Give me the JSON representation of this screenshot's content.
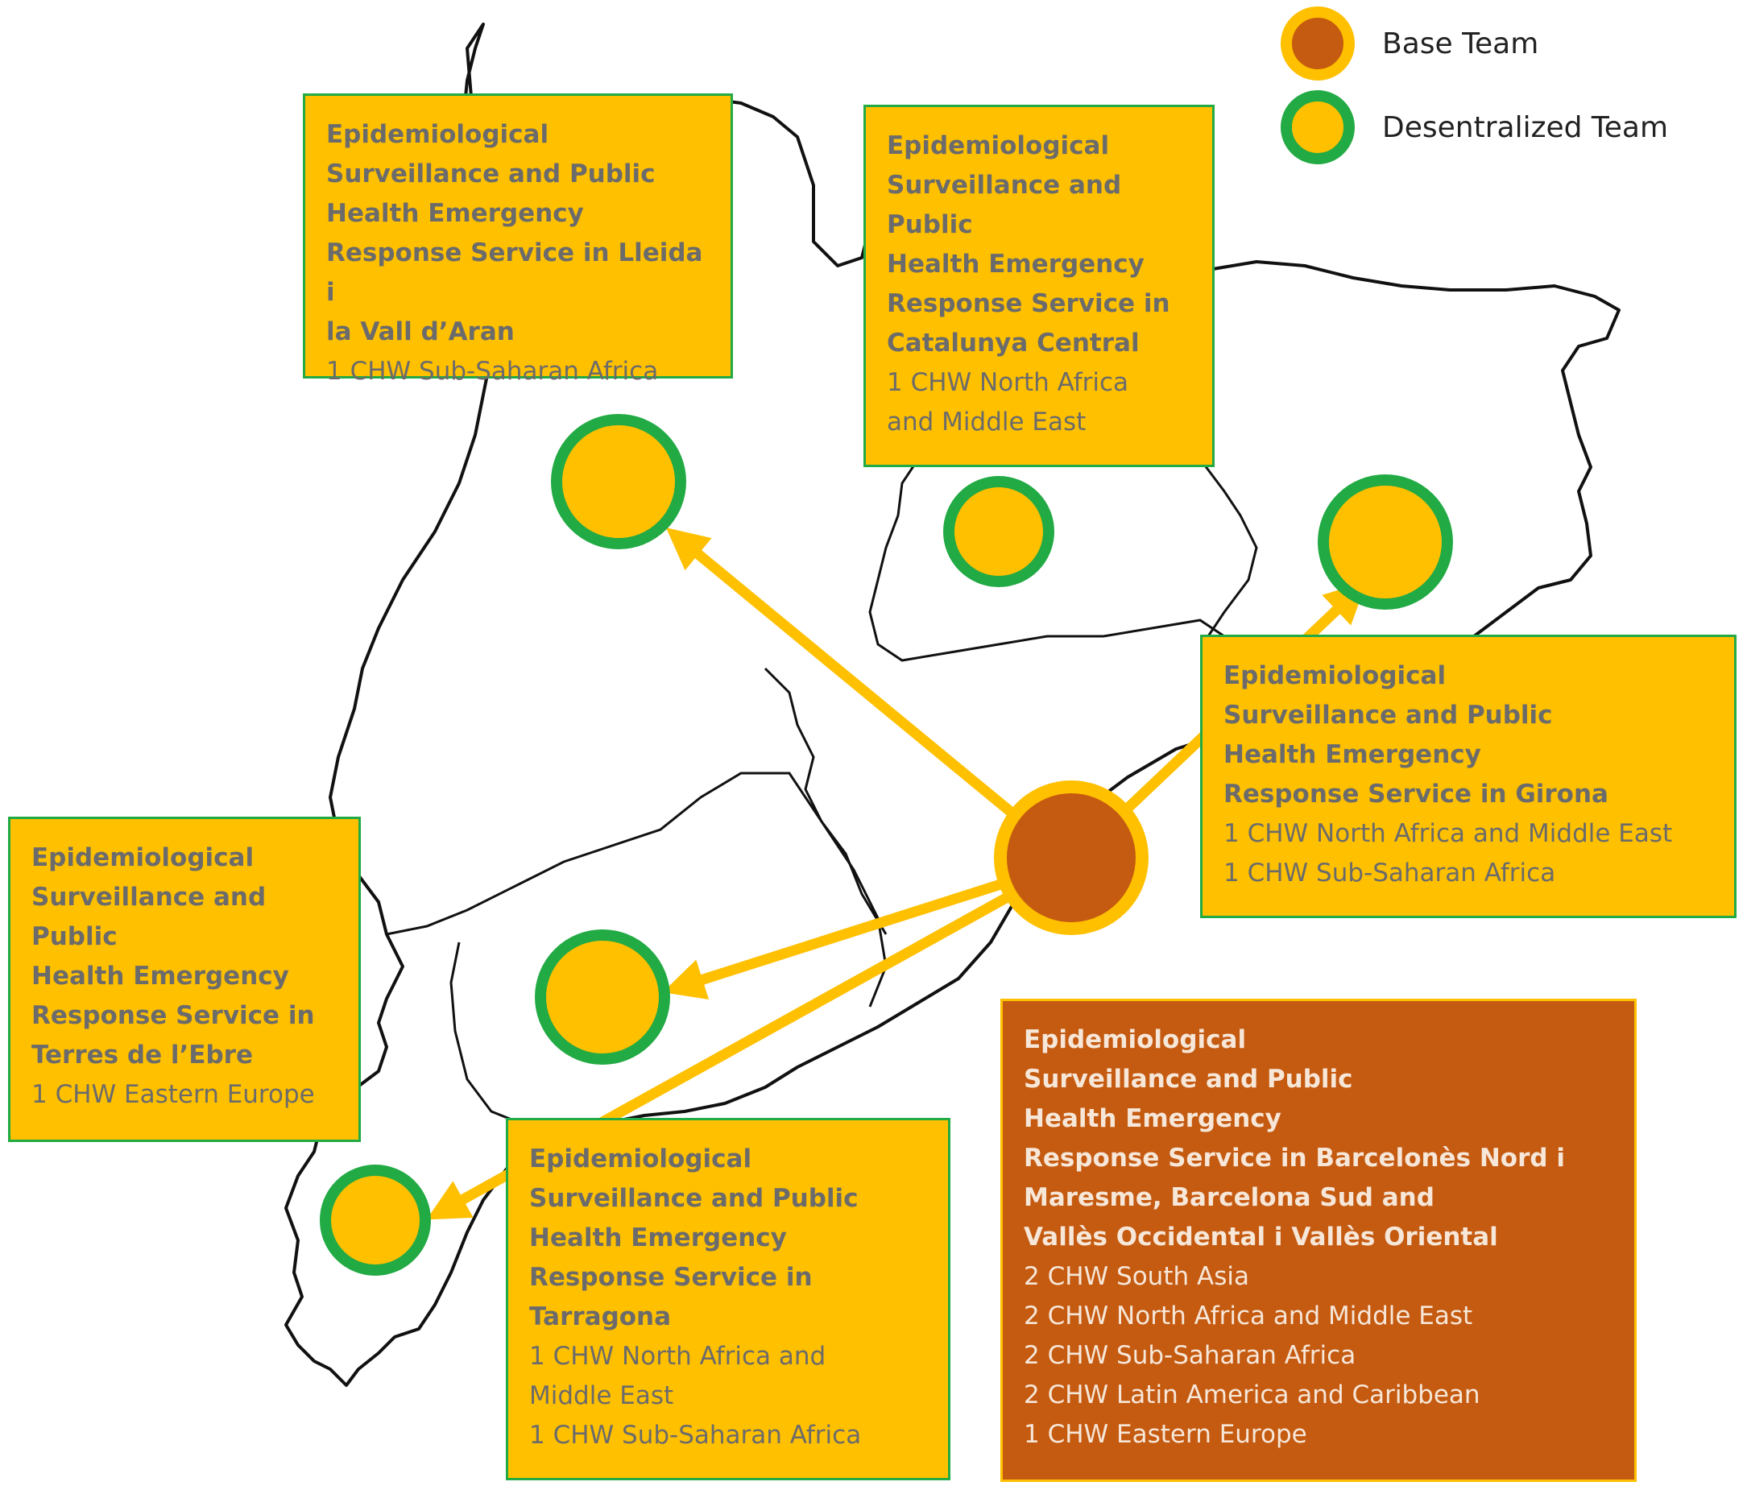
{
  "legend": {
    "base": {
      "label": "Base Team",
      "fill": "#c55a11",
      "stroke": "#ffc000"
    },
    "decentralized": {
      "label": "Desentralized Team",
      "fill": "#ffc000",
      "stroke": "#22aa44"
    }
  },
  "colors": {
    "arrow": "#ffc000",
    "map_outline": "#111111",
    "yellow_box_bg": "#ffc000",
    "yellow_box_border": "#22aa44",
    "brown_box_bg": "#c55a11",
    "brown_box_border": "#ffc000"
  },
  "boxes": {
    "lleida": {
      "title": "Epidemiological\nSurveillance and Public\nHealth Emergency\nResponse Service in Lleida i\nla Vall d’Aran",
      "lines": [
        "1 CHW Sub-Saharan Africa"
      ]
    },
    "catalunya_central": {
      "title": "Epidemiological\nSurveillance and\nPublic\nHealth Emergency\nResponse Service in\nCatalunya Central",
      "lines": [
        "1 CHW North Africa",
        "and Middle East"
      ]
    },
    "girona": {
      "title": "Epidemiological\nSurveillance and Public\nHealth Emergency\nResponse Service in Girona",
      "lines": [
        "1 CHW North Africa and Middle East",
        "1 CHW Sub-Saharan Africa"
      ]
    },
    "terres_ebre": {
      "title": "Epidemiological\nSurveillance and\nPublic\nHealth Emergency\nResponse Service in\nTerres de l’Ebre",
      "lines": [
        "1 CHW Eastern Europe"
      ]
    },
    "tarragona": {
      "title": "Epidemiological\nSurveillance and Public\nHealth Emergency\nResponse Service in\nTarragona",
      "lines": [
        "1 CHW North Africa and",
        "Middle East",
        "1 CHW Sub-Saharan Africa"
      ]
    },
    "barcelona": {
      "title": "Epidemiological\nSurveillance and Public\nHealth Emergency\nResponse Service in Barcelonès Nord i\nMaresme, Barcelona Sud and\nVallès Occidental i Vallès Oriental",
      "lines": [
        "2 CHW South Asia",
        "2 CHW North Africa and Middle East",
        "2 CHW Sub-Saharan Africa",
        "2 CHW Latin America and Caribbean",
        "1 CHW Eastern Europe"
      ]
    }
  }
}
